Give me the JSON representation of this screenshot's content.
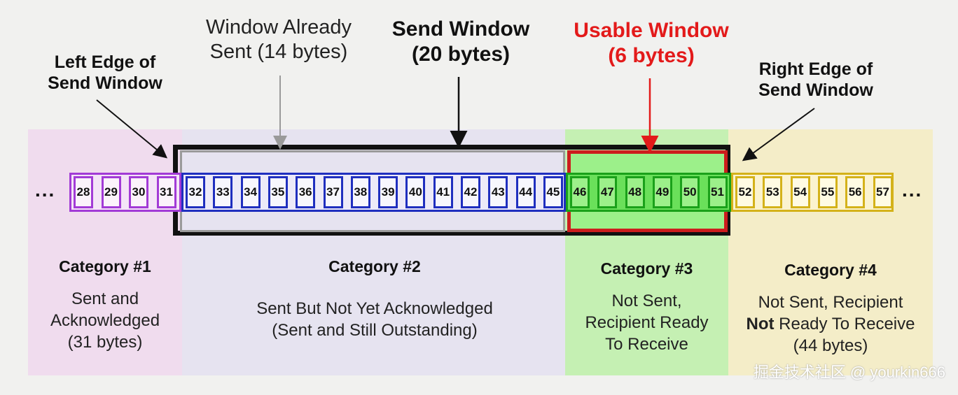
{
  "labels": {
    "left_edge": [
      "Left Edge of",
      "Send Window"
    ],
    "window_already_sent": [
      "Window Already",
      "Sent (14 bytes)"
    ],
    "send_window": [
      "Send Window",
      "(20 bytes)"
    ],
    "usable_window": [
      "Usable Window",
      "(6 bytes)"
    ],
    "right_edge": [
      "Right Edge of",
      "Send Window"
    ]
  },
  "ellipsis_left": "...",
  "ellipsis_right": "...",
  "categories": [
    {
      "title": "Category #1",
      "lines": [
        "Sent and",
        "Acknowledged",
        "(31 bytes)"
      ]
    },
    {
      "title": "Category #2",
      "lines": [
        "Sent But Not Yet Acknowledged",
        "(Sent and Still Outstanding)"
      ]
    },
    {
      "title": "Category #3",
      "lines": [
        "Not Sent,",
        "Recipient Ready",
        "To Receive"
      ]
    },
    {
      "title": "Category #4",
      "lines_parts": [
        [
          "Not Sent, Recipient"
        ],
        [
          "Not",
          " Ready To Receive"
        ],
        [
          "(44 bytes)"
        ]
      ]
    }
  ],
  "bytes": {
    "cat1": [
      "28",
      "29",
      "30",
      "31"
    ],
    "cat2": [
      "32",
      "33",
      "34",
      "35",
      "36",
      "37",
      "38",
      "39",
      "40",
      "41",
      "42",
      "43",
      "44",
      "45"
    ],
    "cat3": [
      "46",
      "47",
      "48",
      "49",
      "50",
      "51"
    ],
    "cat4": [
      "52",
      "53",
      "54",
      "55",
      "56",
      "57"
    ]
  },
  "colors": {
    "cat1": "#a23bd6",
    "cat2": "#1f2fbf",
    "cat3": "#1aa11a",
    "cat4": "#d4b21a",
    "usable": "#e31a1a"
  },
  "watermark": "掘金技术社区 @ yourkin666"
}
